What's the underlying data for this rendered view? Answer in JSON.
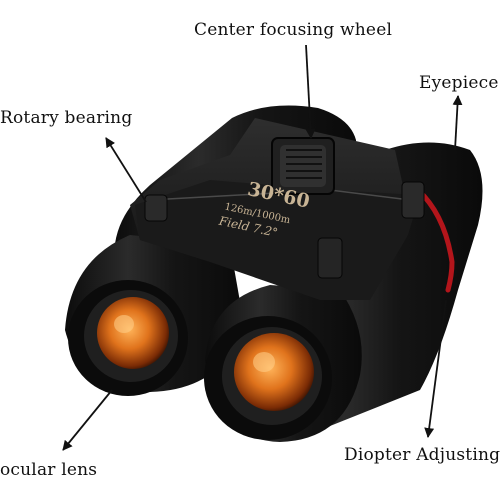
{
  "callouts": {
    "center_focusing_wheel": "Center focusing wheel",
    "eyepiece": "Eyepiece",
    "rotary_bearing": "Rotary bearing",
    "ocular_lens": "ocular lens",
    "diopter_adjusting": "Diopter Adjusting"
  },
  "product": {
    "model": "30*60",
    "spec_field_distance": "126m/1000m",
    "spec_field_angle": "Field 7.2°"
  },
  "colors": {
    "body": "#161616",
    "body_highlight": "#4a4a4a",
    "lens_orange": "#e0731c",
    "lens_glow": "#ffb45a",
    "accent_ring": "#b3151b",
    "print_text": "#c8b495",
    "arrow": "#111111"
  }
}
